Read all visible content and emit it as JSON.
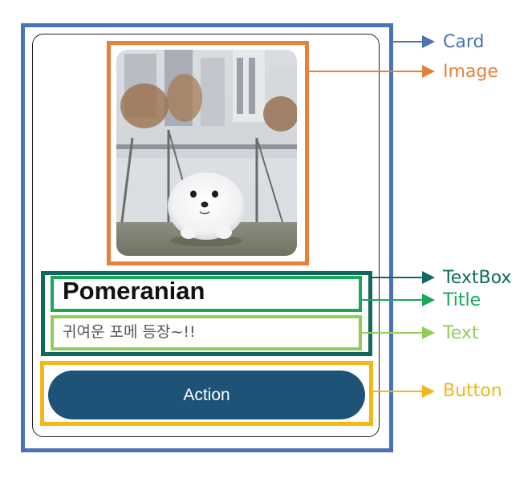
{
  "card": {
    "title": "Pomeranian",
    "text": "귀여운 포메 등장~!!",
    "button_label": "Action"
  },
  "annotations": [
    {
      "label": "Card",
      "color": "#4a72b5"
    },
    {
      "label": "Image",
      "color": "#e6803a"
    },
    {
      "label": "TextBox",
      "color": "#0f6a5e"
    },
    {
      "label": "Title",
      "color": "#19a85b"
    },
    {
      "label": "Text",
      "color": "#92cc5a"
    },
    {
      "label": "Button",
      "color": "#f0b81a"
    }
  ],
  "colors": {
    "button_bg": "#1f5277",
    "button_text": "#ffffff"
  }
}
